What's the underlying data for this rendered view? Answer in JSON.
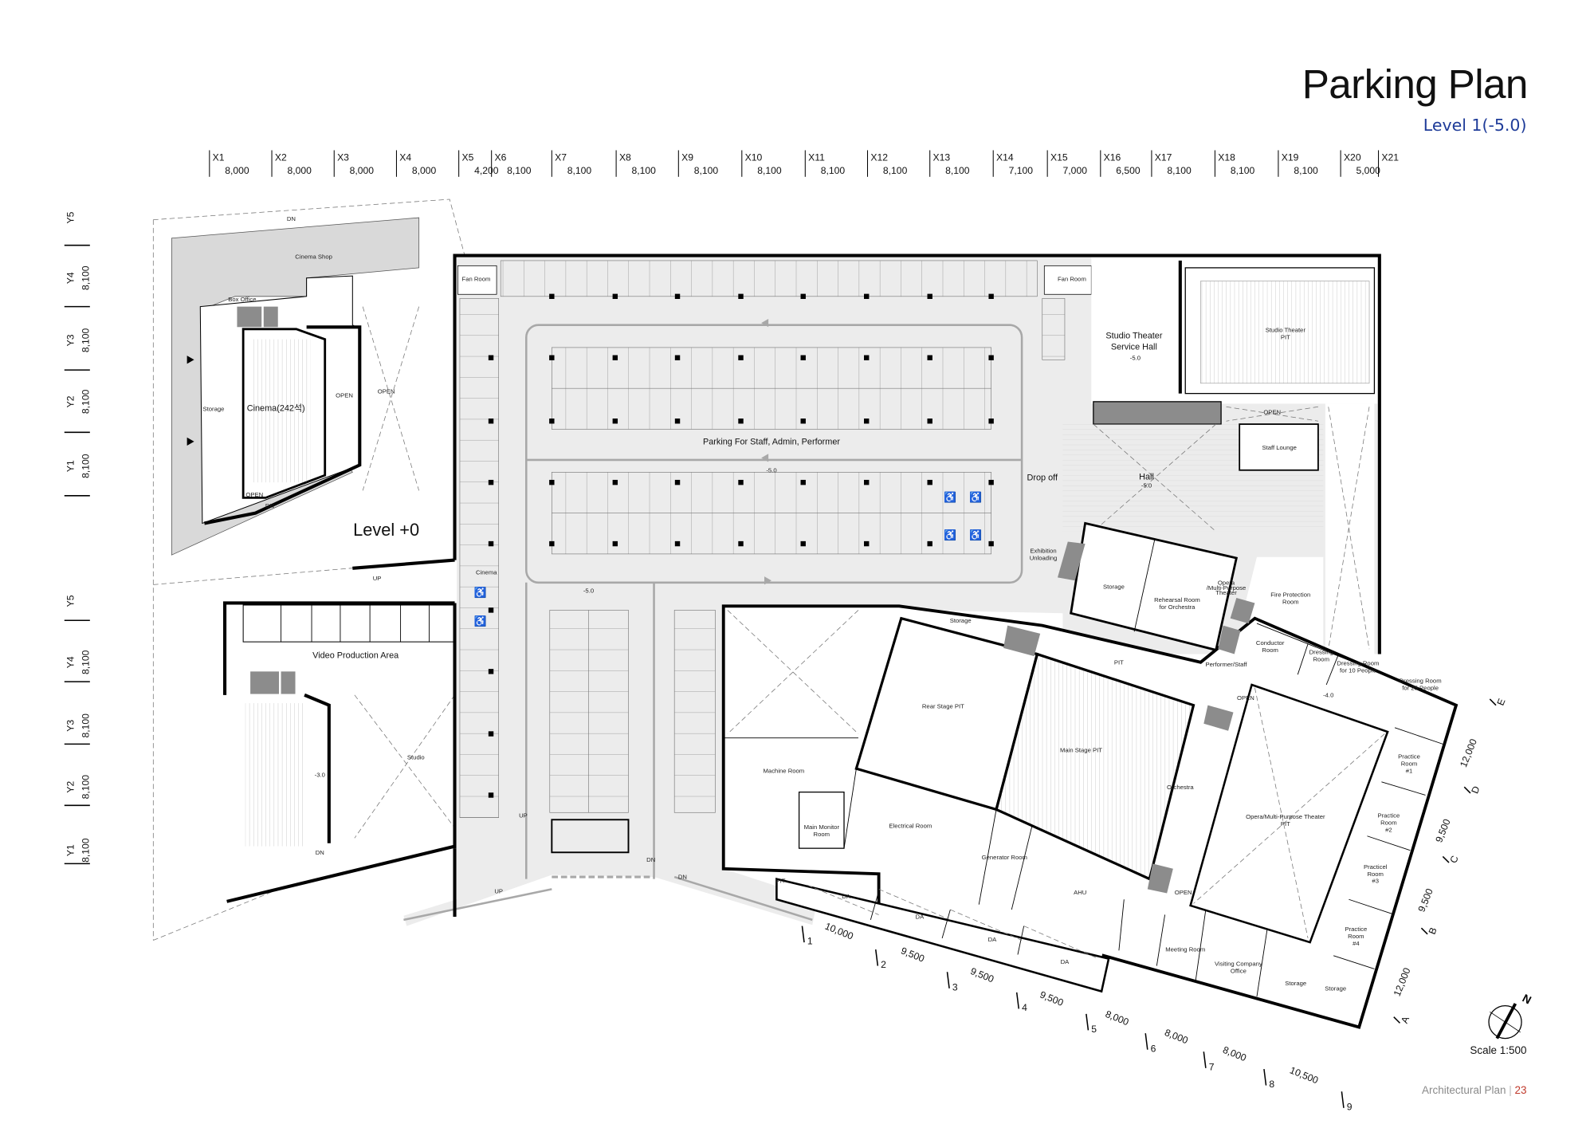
{
  "header": {
    "title": "Parking Plan",
    "subtitle": "Level 1(-5.0)"
  },
  "colors": {
    "subtitle": "#1f3c99",
    "page_number": "#c0392b",
    "section": "#8a8a8a",
    "parking_fill": "#ececec",
    "level0_fill": "#d9d9d9",
    "core_fill": "#8c8c8c"
  },
  "grid_x": {
    "labels": [
      "X1",
      "X2",
      "X3",
      "X4",
      "X5",
      "X6",
      "X7",
      "X8",
      "X9",
      "X10",
      "X11",
      "X12",
      "X13",
      "X14",
      "X15",
      "X16",
      "X17",
      "X18",
      "X19",
      "X20",
      "X21"
    ],
    "spacings": [
      "8,000",
      "8,000",
      "8,000",
      "8,000",
      "4,200",
      "8,100",
      "8,100",
      "8,100",
      "8,100",
      "8,100",
      "8,100",
      "8,100",
      "8,100",
      "7,100",
      "7,000",
      "6,500",
      "8,100",
      "8,100",
      "8,100",
      "5,000"
    ]
  },
  "grid_y_upper": {
    "labels": [
      "Y5",
      "Y4",
      "Y3",
      "Y2",
      "Y1"
    ],
    "spacings": [
      "8,100",
      "8,100",
      "8,100",
      "8,100"
    ]
  },
  "grid_y_lower": {
    "labels": [
      "Y5",
      "Y4",
      "Y3",
      "Y2",
      "Y1"
    ],
    "spacings": [
      "8,100",
      "8,100",
      "8,100",
      "8,100"
    ]
  },
  "grid_numeric": {
    "labels": [
      "1",
      "2",
      "3",
      "4",
      "5",
      "6",
      "7",
      "8",
      "9"
    ],
    "spacings": [
      "10,000",
      "9,500",
      "9,500",
      "9,500",
      "8,000",
      "8,000",
      "8,000",
      "10,500"
    ]
  },
  "grid_alpha": {
    "labels": [
      "E",
      "D",
      "C",
      "B",
      "A"
    ],
    "spacings": [
      "12,000",
      "9,500",
      "9,500",
      "12,000"
    ]
  },
  "level0": {
    "level_label": "Level +0",
    "cinema_shop": "Cinema Shop",
    "dn_top": "DN",
    "box_office": "Box Office",
    "cinema": "Cinema(242석)",
    "storage": "Storage",
    "open_1": "OPEN",
    "open_2": "OPEN",
    "open_3": "OPEN",
    "dn_bottom": "DN"
  },
  "lower_left": {
    "video_production": "Video Production Area",
    "up": "UP",
    "studio": "Studio",
    "level": "-3.0",
    "dn": "DN"
  },
  "parking": {
    "label": "Parking For Staff, Admin, Performer",
    "level_center": "-5.0",
    "level_lower": "-5.0",
    "drop_off": "Drop off",
    "cinema": "Cinema",
    "up_1": "UP",
    "dn_1": "DN",
    "up_2": "UP",
    "dn_2": "DN",
    "fan_room_left": "Fan Room",
    "fan_room_right": "Fan Room"
  },
  "rooms": {
    "studio_service_hall": [
      "Studio Theater",
      "Service Hall",
      "-5.0"
    ],
    "studio_pit": [
      "Studio Theater",
      "PIT"
    ],
    "open_top": "OPEN",
    "staff_lounge": "Staff Lounge",
    "hall": [
      "Hall",
      "-5.0"
    ],
    "exhibition_unloading": [
      "Exhibition",
      "Unloading"
    ],
    "storage_1": "Storage",
    "rehearsal": [
      "Rehearsal Room",
      "for Orchestra"
    ],
    "opera_sign": [
      "Opera",
      "/Multi-Purpose",
      "Theater"
    ],
    "fire_protection": [
      "Fire Protection",
      "Room"
    ],
    "storage_2": "Storage",
    "pit_1": "PIT",
    "performer_staff": "Performer/Staff",
    "conductor": [
      "Conductor",
      "Room"
    ],
    "dressing": [
      "Dressing",
      "Room"
    ],
    "dressing_10": [
      "Dressing Room",
      "for 10 People"
    ],
    "dressing_25": [
      "Dressing Room",
      "for 25 People"
    ],
    "level_minus4": "-4.0",
    "open_opera": "OPEN",
    "rear_stage": "Rear Stage PIT",
    "main_stage": "Main Stage PIT",
    "orchestra": "Orchestra",
    "machine": "Machine Room",
    "main_monitor": [
      "Main Monitor",
      "Room"
    ],
    "electrical": "Electrical Room",
    "generator": "Generator Room",
    "ahu": "AHU",
    "open_ahu": "OPEN",
    "opera_pit": [
      "Opera/Multi-Purpose Theater",
      "PIT"
    ],
    "practice_1": [
      "Practice",
      "Room",
      "#1"
    ],
    "practice_2": [
      "Practice",
      "Room",
      "#2"
    ],
    "practice_3": [
      "Practicel",
      "Room",
      "#3"
    ],
    "practice_4": [
      "Practice",
      "Room",
      "#4"
    ],
    "meeting": "Meeting Room",
    "visiting": [
      "Visiting Company",
      "Office"
    ],
    "storage_3": "Storage",
    "storage_4": "Storage",
    "pit_2": "PIT",
    "da": [
      "DA",
      "DA",
      "DA",
      "DA"
    ]
  },
  "north_label": "N",
  "footer": {
    "scale": "Scale 1:500",
    "section": "Architectural Plan",
    "separator": "|",
    "page": "23"
  }
}
